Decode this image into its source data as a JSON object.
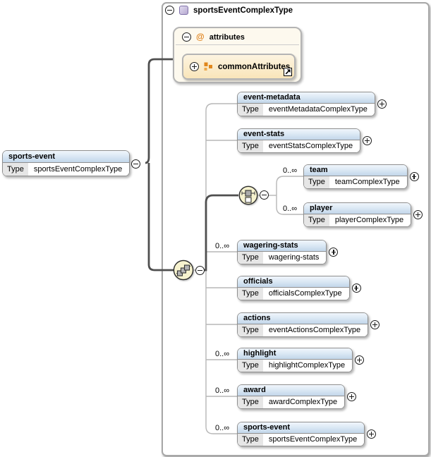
{
  "diagram": {
    "container_title": "sportsEventComplexType",
    "labels": {
      "type": "Type"
    },
    "root_element": {
      "name": "sports-event",
      "type": "sportsEventComplexType"
    },
    "attributes_group": {
      "label": "attributes",
      "ref": "commonAttributes"
    },
    "children": [
      {
        "name": "event-metadata",
        "type": "eventMetadataComplexType"
      },
      {
        "name": "event-stats",
        "type": "eventStatsComplexType"
      },
      {
        "name": "team",
        "type": "teamComplexType",
        "occurs": "0..∞"
      },
      {
        "name": "player",
        "type": "playerComplexType",
        "occurs": "0..∞"
      },
      {
        "name": "wagering-stats",
        "type": "wagering-stats",
        "occurs": "0..∞"
      },
      {
        "name": "officials",
        "type": "officialsComplexType"
      },
      {
        "name": "actions",
        "type": "eventActionsComplexType"
      },
      {
        "name": "highlight",
        "type": "highlightComplexType",
        "occurs": "0..∞"
      },
      {
        "name": "award",
        "type": "awardComplexType",
        "occurs": "0..∞"
      },
      {
        "name": "sports-event",
        "type": "sportsEventComplexType",
        "occurs": "0..∞"
      }
    ],
    "icons": {
      "header": "complextype-icon",
      "attributes": "at-icon",
      "attribute_group": "attribute-group-squares-icon",
      "reference": "link-arrow-icon",
      "sequence": "sequence-icon",
      "choice": "choice-icon"
    },
    "colors": {
      "element_header_top": "#f0f6fc",
      "element_header_bottom": "#c2d6ea",
      "element_border": "#8f8f8f",
      "group_background": "#fdf9ee",
      "group_ref_gradient_top": "#fdf4e0",
      "group_ref_gradient_bottom": "#f9e5ba",
      "group_border": "#b4b4b4",
      "compositor_fill": "#f7f3cf",
      "connector_dark": "#4f4f4f",
      "connector_light": "#b7b7b7",
      "accent_orange": "#e0821a",
      "type_icon_purple": "#b6a9d0"
    }
  }
}
